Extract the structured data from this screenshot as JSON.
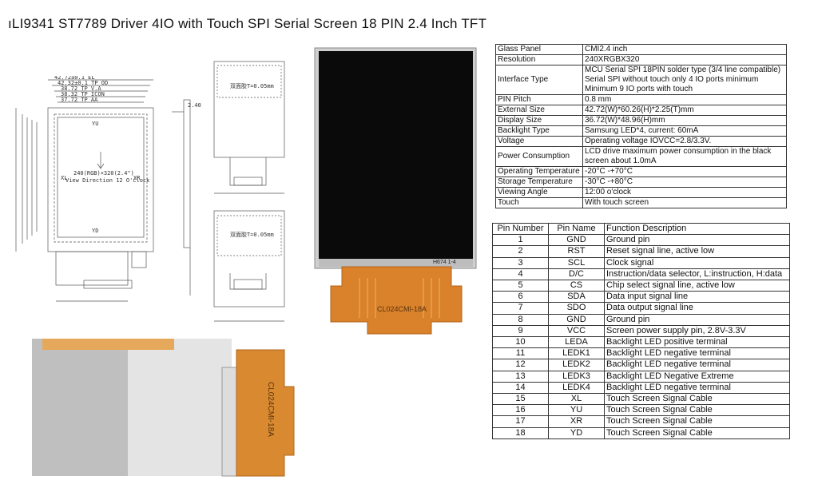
{
  "title": "ıLI9341 ST7789 Driver 4IO with Touch SPI Serial Screen 18 PIN 2.4 Inch TFT",
  "drawing_labels": {
    "front_center": "240(RGB)×320(2.4\")",
    "front_view_dir": "View Direction 12 O'clock",
    "side_tape_top": "双面胶T=0.05mm",
    "side_tape_bottom": "双面胶T=0.05mm",
    "fpc_label": "CL024CMI-18A",
    "fpc_label_bottom": "CL024CMI-18A",
    "fpc_marking": "H674 1-4"
  },
  "specs": [
    {
      "k": "Glass Panel",
      "v": [
        "CMI2.4 inch"
      ]
    },
    {
      "k": "Resolution",
      "v": [
        "240XRGBX320"
      ]
    },
    {
      "k": "Interface Type",
      "v": [
        "MCU Serial SPI 18PIN solder type (3/4 line compatible)",
        "Serial SPI without touch only 4 IO ports minimum",
        "Minimum 9 IO ports with touch"
      ]
    },
    {
      "k": "PIN Pitch",
      "v": [
        "0.8 mm"
      ]
    },
    {
      "k": "External Size",
      "v": [
        "42.72(W)*60.26(H)*2.25(T)mm"
      ]
    },
    {
      "k": "Display Size",
      "v": [
        "36.72(W)*48.96(H)mm"
      ]
    },
    {
      "k": "Backlight Type",
      "v": [
        "Samsung LED*4, current: 60mA"
      ]
    },
    {
      "k": "Voltage",
      "v": [
        "Operating voltage IOVCC=2.8/3.3V."
      ]
    },
    {
      "k": "Power Consumption",
      "v": [
        "LCD drive maximum power consumption in the black",
        "screen about 1.0mA"
      ]
    },
    {
      "k": "Operating Temperature",
      "v": [
        "-20°C -+70°C"
      ]
    },
    {
      "k": "Storage Temperature",
      "v": [
        "-30°C -+80°C"
      ]
    },
    {
      "k": "Viewing Angle",
      "v": [
        "12:00 o'clock"
      ]
    },
    {
      "k": "Touch",
      "v": [
        "With touch screen"
      ]
    }
  ],
  "pins": {
    "headers": [
      "Pin Number",
      "Pin Name",
      "Function Description"
    ],
    "rows": [
      [
        "1",
        "GND",
        "Ground pin"
      ],
      [
        "2",
        "RST",
        "Reset signal line, active low"
      ],
      [
        "3",
        "SCL",
        "Clock signal"
      ],
      [
        "4",
        "D/C",
        "Instruction/data selector, L:instruction, H:data"
      ],
      [
        "5",
        "CS",
        "Chip select signal line, active low"
      ],
      [
        "6",
        "SDA",
        "Data input signal line"
      ],
      [
        "7",
        "SDO",
        "Data output signal line"
      ],
      [
        "8",
        "GND",
        "Ground pin"
      ],
      [
        "9",
        "VCC",
        "Screen power supply pin, 2.8V-3.3V"
      ],
      [
        "10",
        "LEDA",
        "Backlight LED positive terminal"
      ],
      [
        "11",
        "LEDK1",
        "Backlight LED negative terminal"
      ],
      [
        "12",
        "LEDK2",
        "Backlight LED negative terminal"
      ],
      [
        "13",
        "LEDK3",
        "Backlight LED Negative Extreme"
      ],
      [
        "14",
        "LEDK4",
        "Backlight LED negative terminal"
      ],
      [
        "15",
        "XL",
        "Touch Screen Signal Cable"
      ],
      [
        "16",
        "YU",
        "Touch Screen Signal Cable"
      ],
      [
        "17",
        "XR",
        "Touch Screen Signal Cable"
      ],
      [
        "18",
        "YD",
        "Touch Screen Signal Cable"
      ]
    ]
  }
}
